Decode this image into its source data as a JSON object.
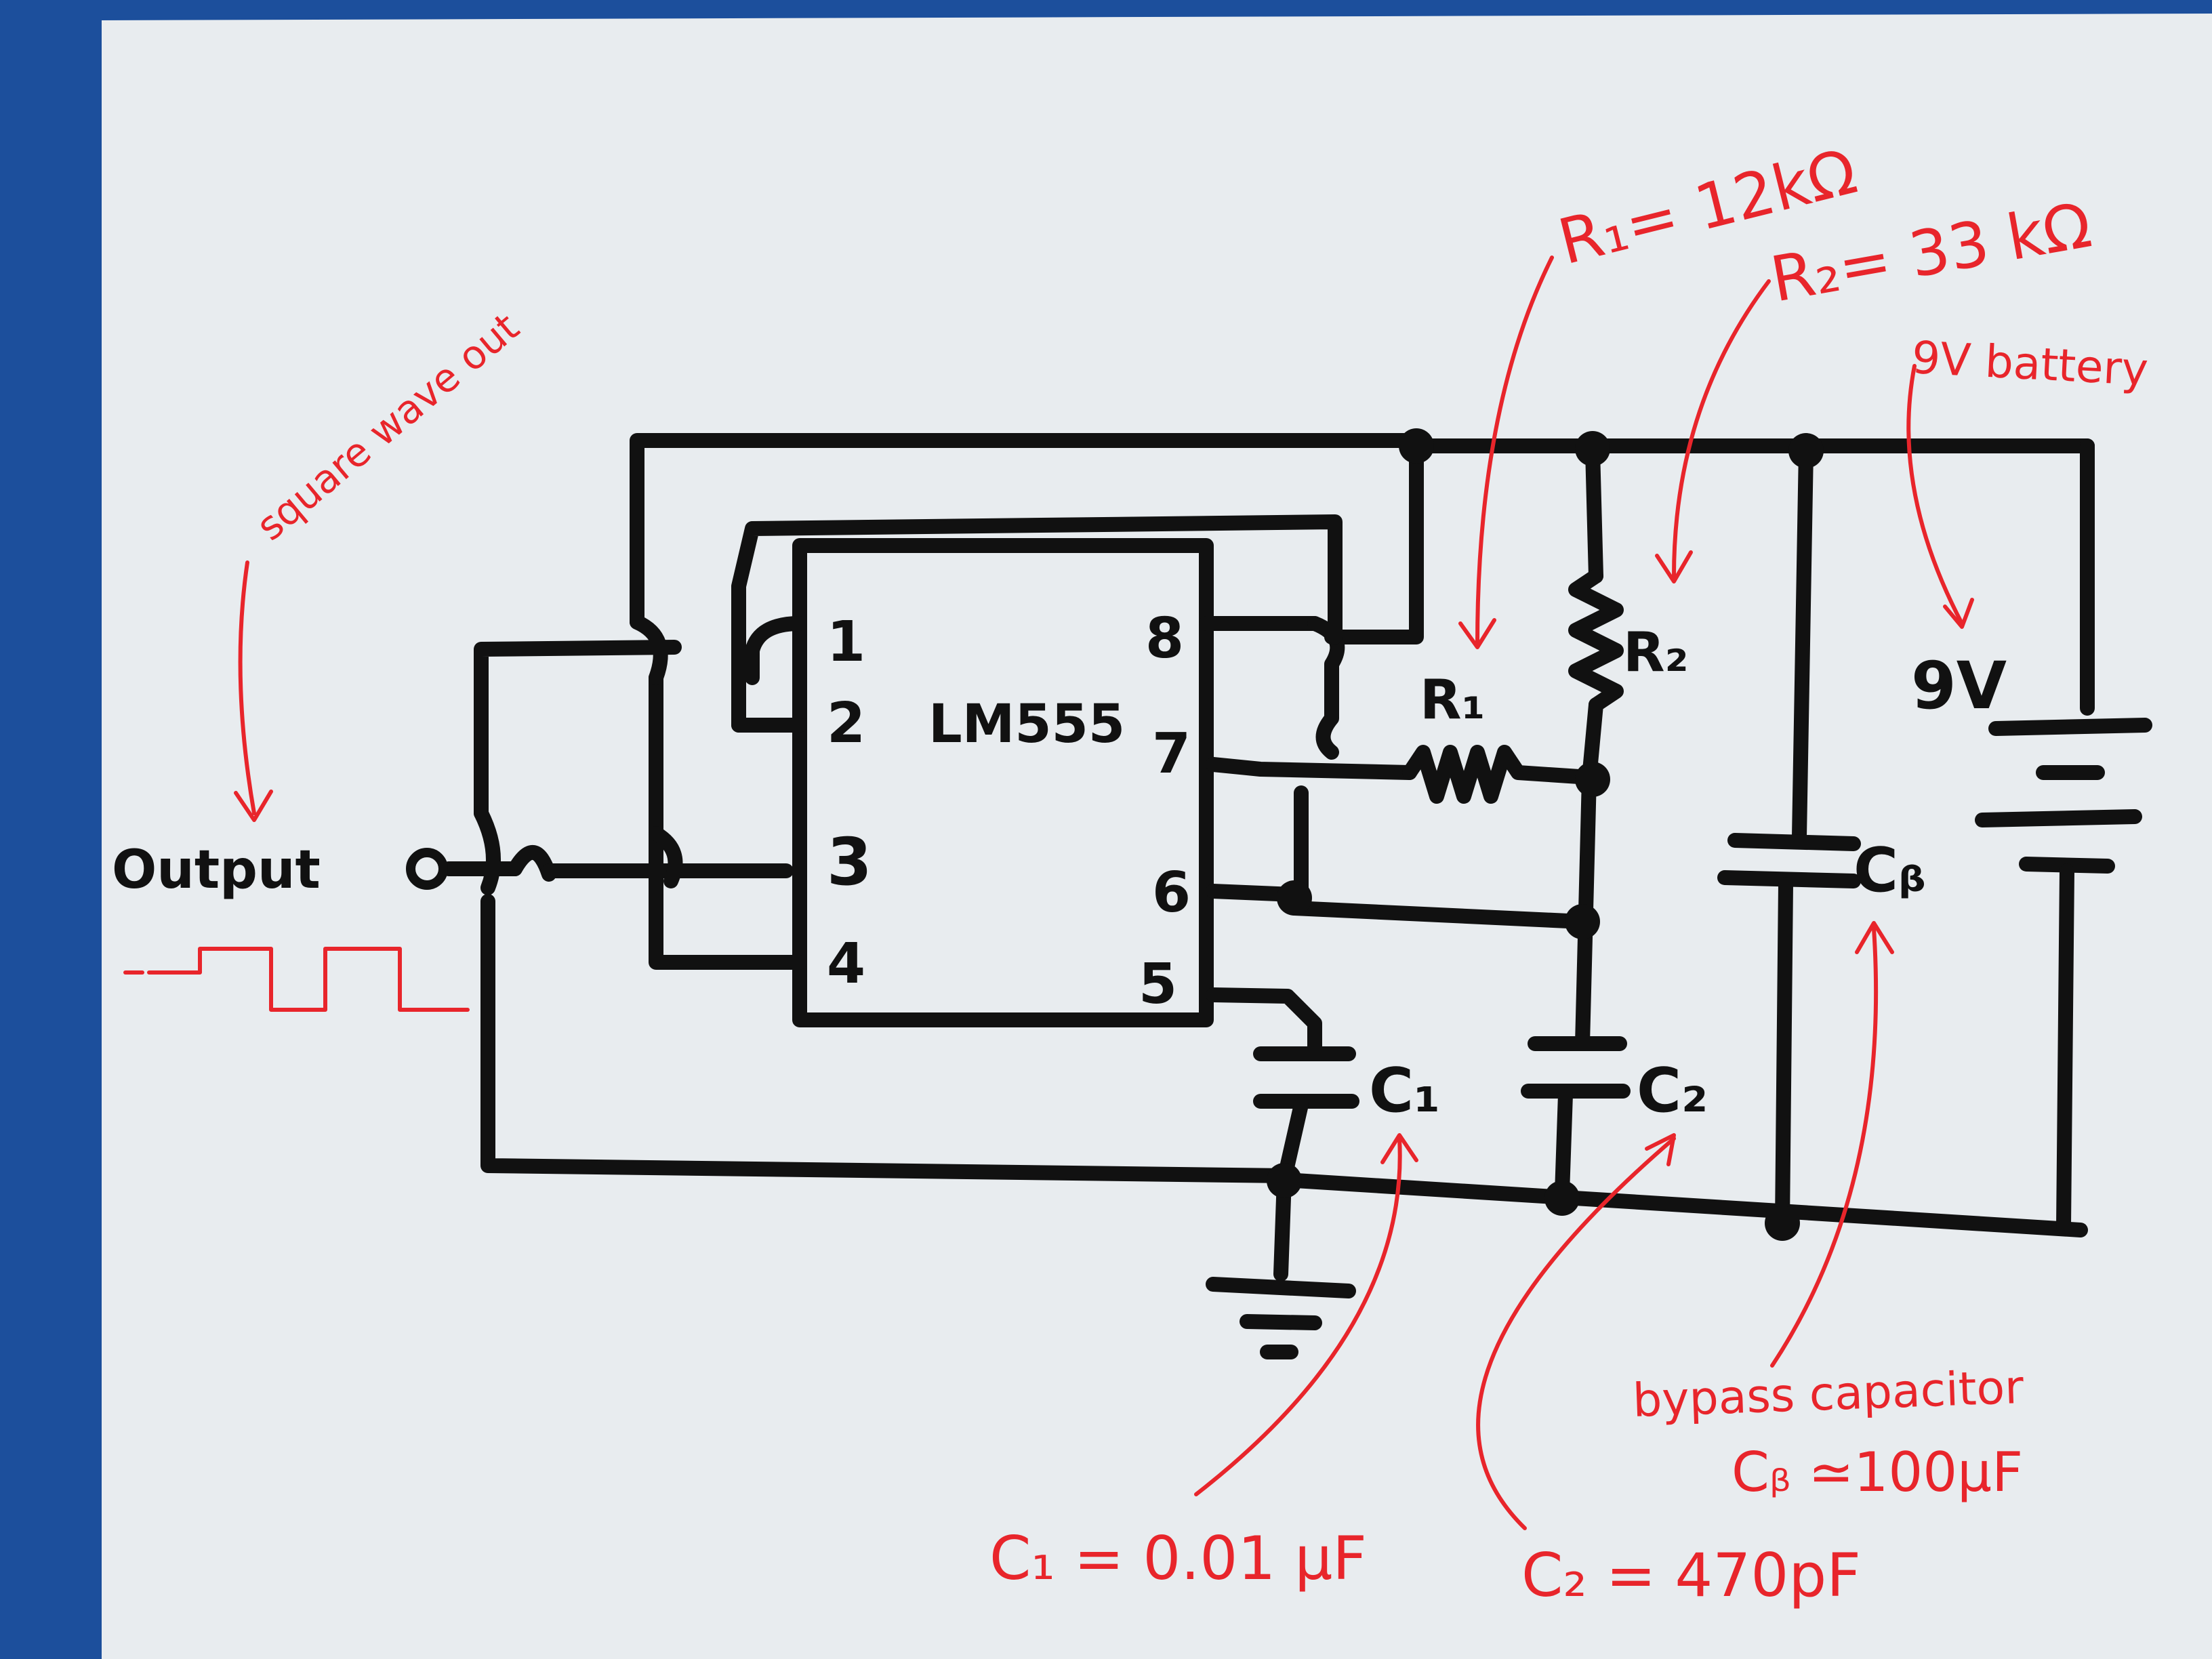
{
  "chip": {
    "name": "LM555",
    "pins_left": [
      "1",
      "2",
      "3",
      "4"
    ],
    "pins_right": [
      "8",
      "7",
      "6",
      "5"
    ]
  },
  "labels": {
    "output": "Output",
    "r1": "R₁",
    "r2": "R₂",
    "c1": "C₁",
    "c2": "C₂",
    "cb": "Cᵦ",
    "battery": "9V"
  },
  "annotations": {
    "r1_value": "R₁= 12kΩ",
    "r2_value": "R₂= 33 kΩ",
    "battery_note": "9V battery",
    "square_wave": "square wave out",
    "c1_value": "C₁ = 0.01 μF",
    "c2_value": "C₂ = 470pF",
    "bypass_title": "bypass capacitor",
    "bypass_value": "Cᵦ ≃100μF"
  },
  "colors": {
    "ink": "#111111",
    "annotation": "#e8252b",
    "paper": "#e8ecef",
    "background": "#1c4f9c"
  }
}
